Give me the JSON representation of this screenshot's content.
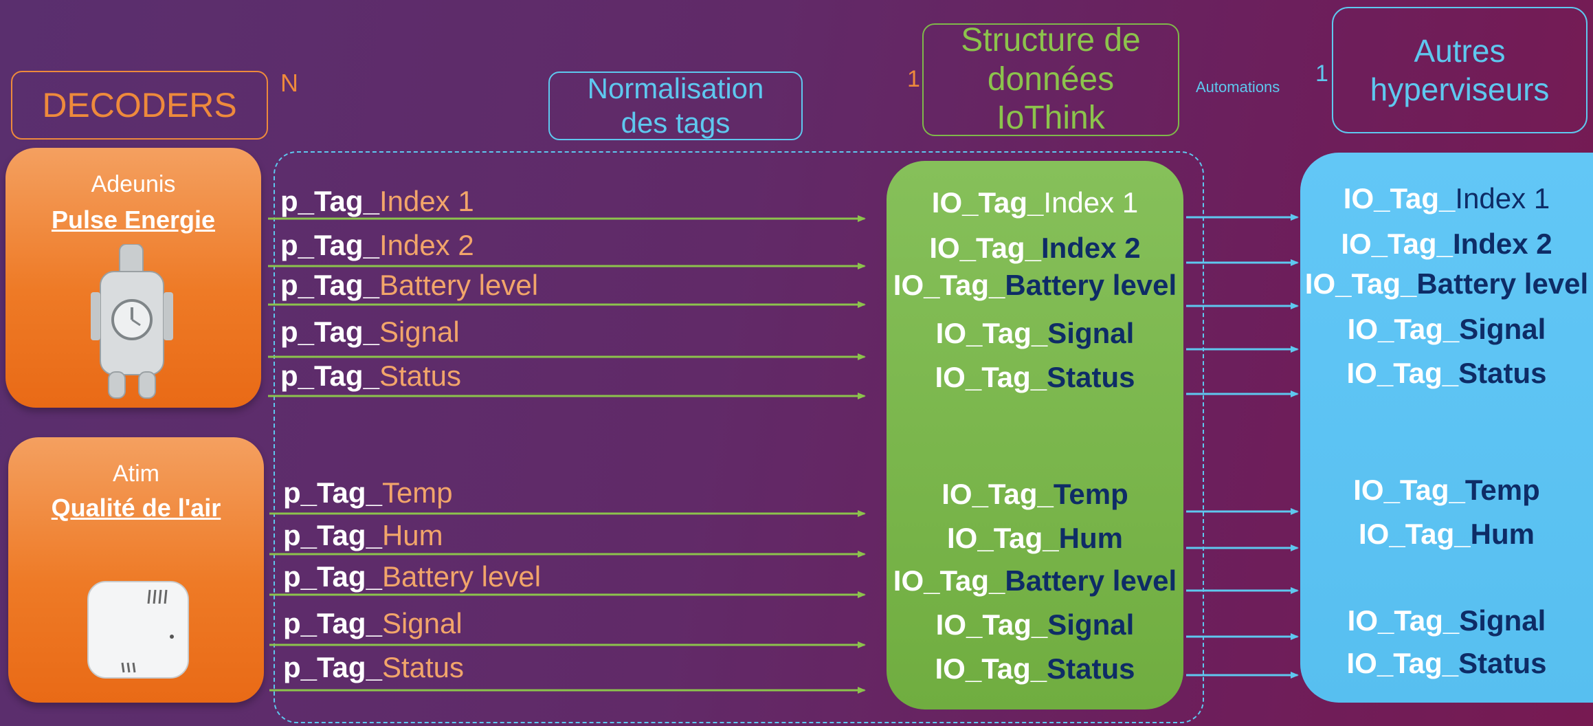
{
  "headers": {
    "decoders": "DECODERS",
    "normalisation": [
      "Normalisation",
      "des tags"
    ],
    "structure": [
      "Structure de",
      "données",
      "IoThink"
    ],
    "autres": [
      "Autres",
      "hyperviseurs"
    ]
  },
  "labels": {
    "n": "N",
    "one_a": "1",
    "one_b": "1",
    "automations": "Automations"
  },
  "devices": [
    {
      "name": "Adeunis",
      "model": "Pulse Energie"
    },
    {
      "name": "Atim",
      "model": "Qualité de l'air"
    }
  ],
  "ptags": [
    {
      "prefix": "p_Tag_",
      "suffix": "Index 1"
    },
    {
      "prefix": "p_Tag_",
      "suffix": "Index 2"
    },
    {
      "prefix": "p_Tag_",
      "suffix": "Battery level"
    },
    {
      "prefix": "p_Tag_",
      "suffix": "Signal"
    },
    {
      "prefix": "p_Tag_",
      "suffix": "Status"
    },
    {
      "prefix": "p_Tag_",
      "suffix": "Temp"
    },
    {
      "prefix": "p_Tag_",
      "suffix": "Hum"
    },
    {
      "prefix": "p_Tag_",
      "suffix": "Battery level"
    },
    {
      "prefix": "p_Tag_",
      "suffix": "Signal"
    },
    {
      "prefix": "p_Tag_",
      "suffix": "Status"
    }
  ],
  "iotags_green": [
    {
      "prefix": "IO_Tag_",
      "suffix": "Index 1"
    },
    {
      "prefix": "IO_Tag_",
      "suffix": "Index 2"
    },
    {
      "prefix": "IO_Tag_",
      "suffix": "Battery level"
    },
    {
      "prefix": "IO_Tag_",
      "suffix": "Signal"
    },
    {
      "prefix": "IO_Tag_",
      "suffix": "Status"
    },
    {
      "prefix": "IO_Tag_",
      "suffix": "Temp"
    },
    {
      "prefix": "IO_Tag_",
      "suffix": "Hum"
    },
    {
      "prefix": "IO_Tag_",
      "suffix": "Battery level"
    },
    {
      "prefix": "IO_Tag_",
      "suffix": "Signal"
    },
    {
      "prefix": "IO_Tag_",
      "suffix": "Status"
    }
  ],
  "iotags_blue": [
    {
      "prefix": "IO_Tag_",
      "suffix": "Index 1"
    },
    {
      "prefix": "IO_Tag_",
      "suffix": "Index 2"
    },
    {
      "prefix": "IO_Tag_",
      "suffix": "Battery level"
    },
    {
      "prefix": "IO_Tag_",
      "suffix": "Signal"
    },
    {
      "prefix": "IO_Tag_",
      "suffix": "Status"
    },
    {
      "prefix": "IO_Tag_",
      "suffix": "Temp"
    },
    {
      "prefix": "IO_Tag_",
      "suffix": "Hum"
    },
    {
      "prefix": "IO_Tag_",
      "suffix": "Signal"
    },
    {
      "prefix": "IO_Tag_",
      "suffix": "Status"
    }
  ],
  "colors": {
    "decoder_orange": "#ee8a3c",
    "normalisation_blue": "#5ec8ef",
    "structure_green": "#8cc34c",
    "arrow_green": "#8cc34c",
    "arrow_blue": "#5ec8ef",
    "dark_navy": "#0e2c66"
  }
}
